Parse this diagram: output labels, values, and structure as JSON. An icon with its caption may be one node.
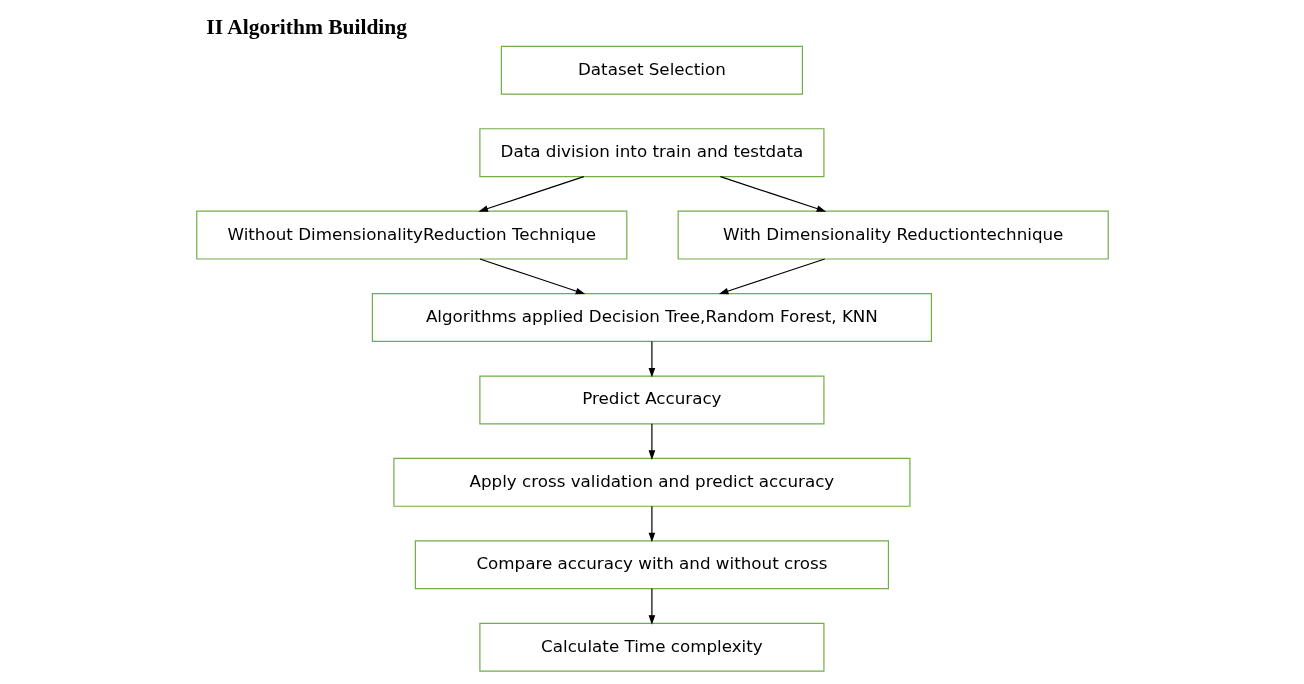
{
  "diagram": {
    "title": "II Algorithm Building",
    "nodes": [
      {
        "text": [
          "Dataset Selection"
        ]
      },
      {
        "text": [
          "Data division into train and testdata"
        ]
      },
      {
        "text": [
          "Without DimensionalityReduction Technique"
        ]
      },
      {
        "text": [
          "With Dimensionality Reductiontechnique"
        ]
      },
      {
        "text": [
          "Algorithms applied Decision Tree,Random Forest, KNN"
        ]
      },
      {
        "text": [
          "Predict Accuracy"
        ]
      },
      {
        "text": [
          "Apply cross validation and predict accuracy"
        ]
      },
      {
        "text": [
          "Compare accuracy with and without cross"
        ]
      },
      {
        "text": [
          "Calculate Time complexity"
        ]
      }
    ],
    "edges": [
      {
        "from": 1,
        "to": 2,
        "arrow": "to"
      },
      {
        "from": 1,
        "to": 3,
        "arrow": "to"
      },
      {
        "from": 2,
        "to": 4,
        "arrow": "to"
      },
      {
        "from": 3,
        "to": 4,
        "arrow": "to"
      },
      {
        "from": 4,
        "to": 5,
        "arrow": "to"
      },
      {
        "from": 5,
        "to": 6,
        "arrow": "to"
      },
      {
        "from": 6,
        "to": 7,
        "arrow": "to"
      },
      {
        "from": 7,
        "to": 8,
        "arrow": "to"
      }
    ]
  }
}
